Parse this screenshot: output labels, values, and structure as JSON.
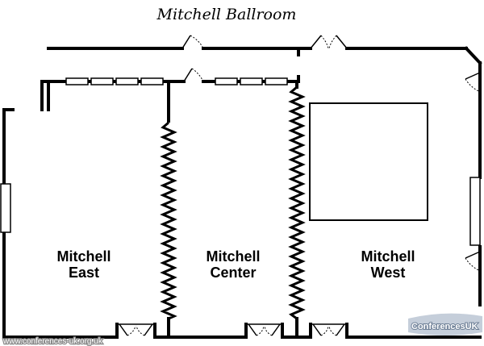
{
  "title": "Mitchell Ballroom",
  "rooms": [
    {
      "line1": "Mitchell",
      "line2": "East"
    },
    {
      "line1": "Mitchell",
      "line2": "Center"
    },
    {
      "line1": "Mitchell",
      "line2": "West"
    }
  ],
  "watermark": {
    "url": "www.conferences-uk.org.uk",
    "logo": "ConferencesUK"
  }
}
